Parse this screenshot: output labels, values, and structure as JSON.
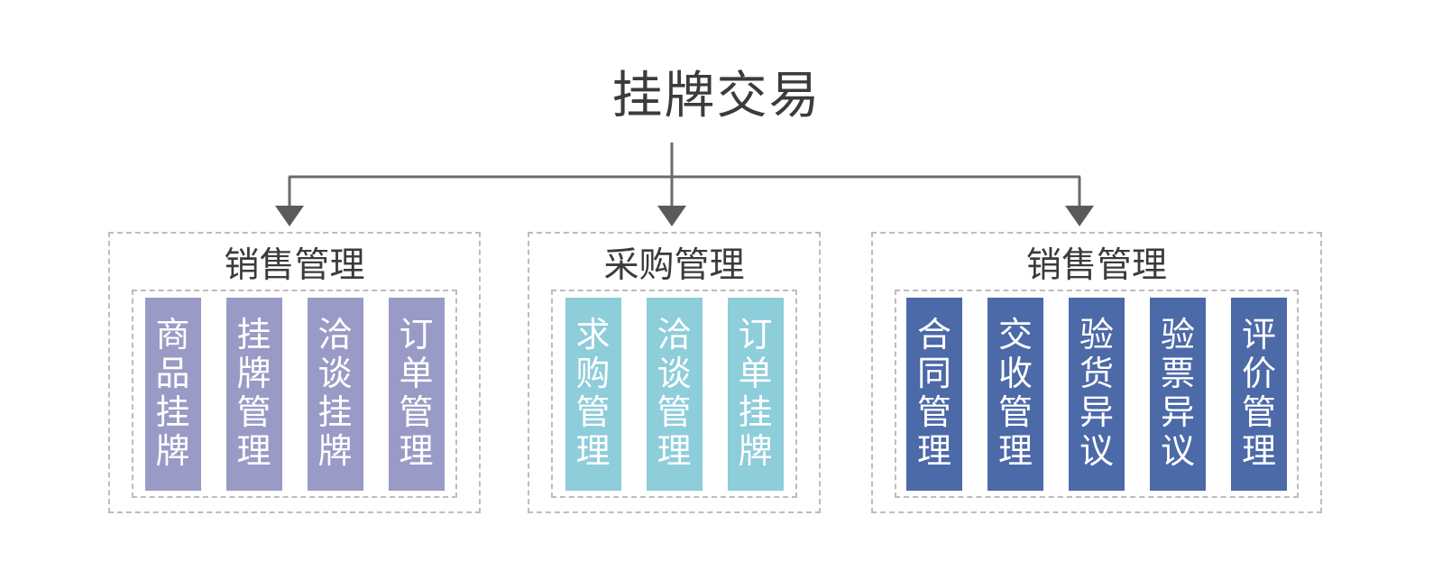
{
  "diagram": {
    "root": {
      "title": "挂牌交易"
    },
    "connector": {
      "icon": "down-arrow-icon",
      "line_color": "#6b6b6b"
    },
    "palette": {
      "sales_bar": "#9a9ac6",
      "purchase_bar": "#8ecdda",
      "fulfilment_bar": "#4c69a8",
      "frame_border": "#bdbdbd",
      "title_text": "#3b3b3b",
      "bar_text": "#ffffff"
    },
    "groups": [
      {
        "title": "销售管理",
        "items": [
          {
            "label": "商品挂牌"
          },
          {
            "label": "挂牌管理"
          },
          {
            "label": "洽谈挂牌"
          },
          {
            "label": "订单管理"
          }
        ]
      },
      {
        "title": "采购管理",
        "items": [
          {
            "label": "求购管理"
          },
          {
            "label": "洽谈管理"
          },
          {
            "label": "订单挂牌"
          }
        ]
      },
      {
        "title": "销售管理",
        "items": [
          {
            "label": "合同管理"
          },
          {
            "label": "交收管理"
          },
          {
            "label": "验货异议"
          },
          {
            "label": "验票异议"
          },
          {
            "label": "评价管理"
          }
        ]
      }
    ]
  }
}
